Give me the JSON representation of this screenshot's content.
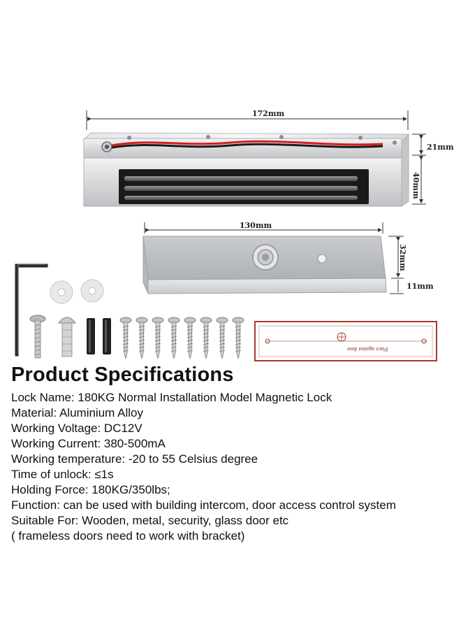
{
  "dimensions": {
    "lock_length": "172mm",
    "lock_depth": "21mm",
    "lock_height": "40mm",
    "plate_length": "130mm",
    "plate_width": "32mm",
    "plate_thickness": "11mm"
  },
  "sticker": {
    "text": "Place against door"
  },
  "specs": {
    "title": "Product Specifications",
    "lines": [
      "Lock Name: 180KG Normal Installation Model Magnetic Lock",
      "Material: Aluminium Alloy",
      "Working Voltage: DC12V",
      "Working Current: 380-500mA",
      "Working temperature: -20 to 55 Celsius degree",
      "Time of unlock: ≤1s",
      "Holding Force: 180KG/350lbs;",
      "Function: can be used with building intercom, door access control system",
      "Suitable For: Wooden, metal, security, glass door etc",
      "( frameless doors need to work with bracket)"
    ]
  },
  "colors": {
    "aluminium": "#d9dadc",
    "magnet_black": "#1a1a1a",
    "wire_red": "#d21f1f",
    "sticker_border": "#a83a2a"
  }
}
